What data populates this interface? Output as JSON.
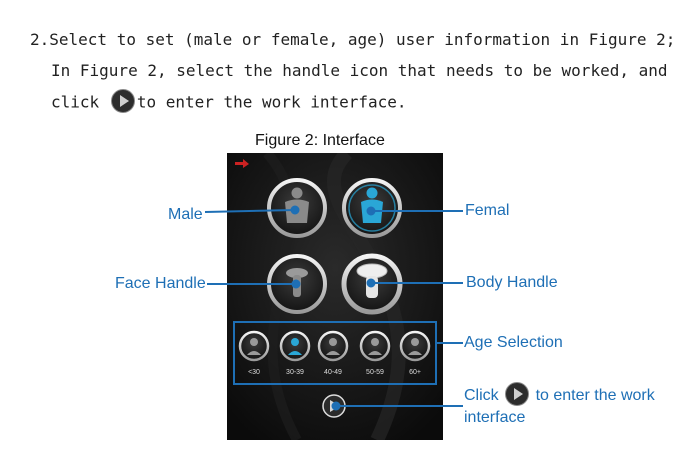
{
  "instructions": {
    "step_number": "2.",
    "line1": "Select to set (male or female, age) user information in Figure 2;",
    "line2": "In Figure 2, select the handle icon that needs to be worked, and",
    "line3_before_icon": "click",
    "line3_after_icon": "to enter the work interface."
  },
  "figure": {
    "title": "Figure 2: Interface",
    "age_options": [
      "<30",
      "30-39",
      "40-49",
      "50-59",
      "60+"
    ]
  },
  "callouts": {
    "male": "Male",
    "female": "Femal",
    "face_handle": "Face Handle",
    "body_handle": "Body Handle",
    "age_selection": "Age Selection",
    "click_before": "Click",
    "click_after": "to enter the work",
    "click_line2": "interface"
  },
  "colors": {
    "callout_blue": "#1e6fb5",
    "selected_cyan": "#2aa7d6",
    "screen_black": "#0f0f0f"
  }
}
